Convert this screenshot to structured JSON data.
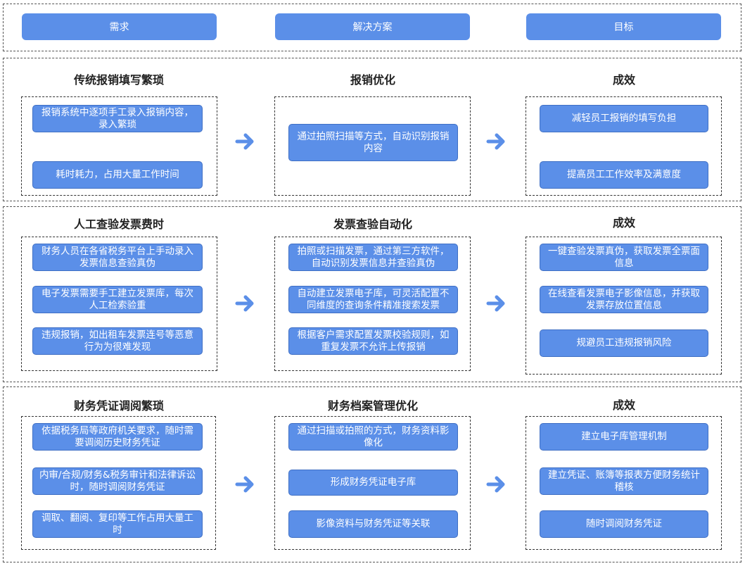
{
  "header": {
    "need": "需求",
    "solution": "解决方案",
    "goal": "目标"
  },
  "rows": [
    {
      "need_title": "传统报销填写繁琐",
      "solution_title": "报销优化",
      "goal_title": "成效",
      "needs": [
        "报销系统中逐项手工录入报销内容，录入繁琐",
        "耗时耗力，占用大量工作时间"
      ],
      "solutions": [
        "通过拍照扫描等方式，自动识别报销内容"
      ],
      "goals": [
        "减轻员工报销的填写负担",
        "提高员工工作效率及满意度"
      ]
    },
    {
      "need_title": "人工查验发票费时",
      "solution_title": "发票查验自动化",
      "goal_title": "成效",
      "needs": [
        "财务人员在各省税务平台上手动录入发票信息查验真伪",
        "电子发票需要手工建立发票库，每次人工检索验重",
        "违规报销，如出租车发票连号等恶意行为为很难发现"
      ],
      "solutions": [
        "拍照或扫描发票，通过第三方软件，自动识别发票信息并查验真伪",
        "自动建立发票电子库，可灵活配置不同维度的查询条件精准搜索发票",
        "根据客户需求配置发票校验规则，如重复发票不允许上传报销"
      ],
      "goals": [
        "一键查验发票真伪，获取发票全票面信息",
        "在线查看发票电子影像信息，并获取发票存放位置信息",
        "规避员工违规报销风险"
      ]
    },
    {
      "need_title": "财务凭证调阅繁琐",
      "solution_title": "财务档案管理优化",
      "goal_title": "成效",
      "needs": [
        "依据税务局等政府机关要求，随时需要调阅历史财务凭证",
        "内审/合规/财务&税务审计和法律诉讼时，随时调阅财务凭证",
        "调取、翻阅、复印等工作占用大量工时"
      ],
      "solutions": [
        "通过扫描或拍照的方式，财务资料影像化",
        "形成财务凭证电子库",
        "影像资料与财务凭证等关联"
      ],
      "goals": [
        "建立电子库管理机制",
        "建立凭证、账簿等报表方便财务统计稽核",
        "随时调阅财务凭证"
      ]
    }
  ],
  "colors": {
    "card": "#5b8fe8",
    "arrow": "#5b8fe8"
  }
}
